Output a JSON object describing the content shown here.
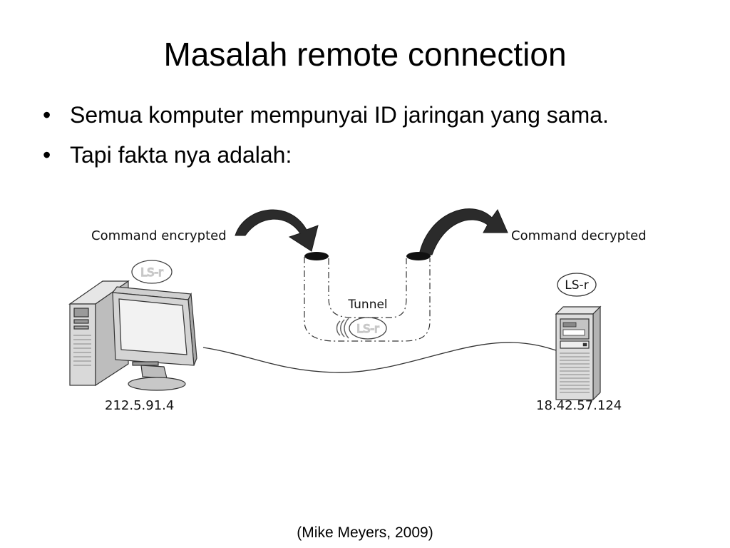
{
  "slide": {
    "title": "Masalah remote connection",
    "bullet_glyph": "•",
    "bullets": [
      "Semua komputer mempunyai ID jaringan yang sama.",
      "Tapi fakta nya adalah:"
    ],
    "citation": "(Mike Meyers, 2009)"
  },
  "diagram": {
    "left_label": "Command encrypted",
    "right_label": "Command decrypted",
    "tunnel_label": "Tunnel",
    "command_bubble": "LS-r",
    "encrypted_bubble": "LS-r",
    "tunnel_bubble": "LS-r",
    "client_ip": "212.5.91.4",
    "server_ip": "18.42.57.124"
  }
}
